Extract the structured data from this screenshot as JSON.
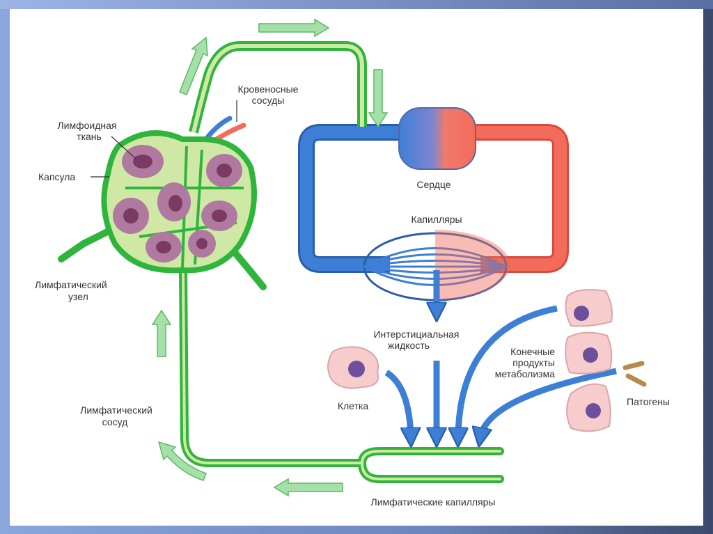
{
  "labels": {
    "blood_vessels": [
      "Кровеносные",
      "сосуды"
    ],
    "lymphoid_tissue": [
      "Лимфоидная",
      "ткань"
    ],
    "capsule": "Капсула",
    "lymph_node": [
      "Лимфатический",
      "узел"
    ],
    "lymph_vessel": [
      "Лимфатический",
      "сосуд"
    ],
    "heart": "Сердце",
    "capillaries": "Капилляры",
    "interstitial_fluid": [
      "Интерстициальная",
      "жидкость"
    ],
    "cell": "Клетка",
    "metabolic_products": [
      "Конечные",
      "продукты",
      "метаболизма"
    ],
    "pathogens": "Патогены",
    "lymph_capillaries": "Лимфатические капилляры"
  },
  "colors": {
    "lymph_green": "#2fb53c",
    "lymph_fill": "#cfe8a6",
    "vein_blue": "#3d7fd6",
    "artery_red": "#f26b5b",
    "flow_arrow": "#93d99a",
    "cell_pink": "#f6cccc",
    "nucleus": "#6d4f9e",
    "follicle": "#9a5c86",
    "pathogen": "#b88a4a"
  }
}
